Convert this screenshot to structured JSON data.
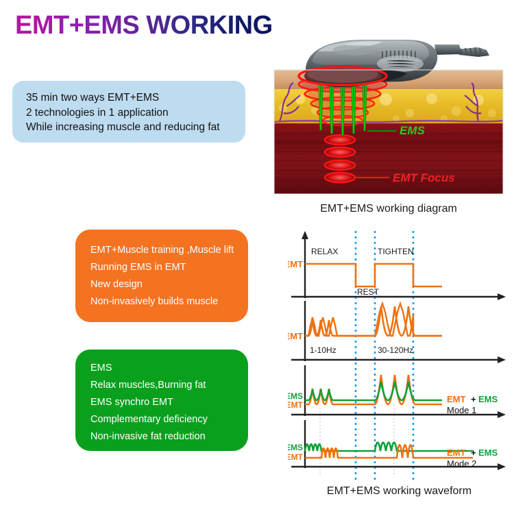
{
  "header": {
    "title": "EMT+EMS WORKING",
    "gradient_from": "#b3189e",
    "gradient_to": "#0c1560"
  },
  "boxes": {
    "blue": {
      "bg": "#bedcf0",
      "text_color": "#111111",
      "lines": [
        "35 min two ways EMT+EMS",
        "2 technologies in 1 application",
        "While increasing muscle and reducing fat"
      ]
    },
    "orange": {
      "bg": "#f37321",
      "text_color": "#ffffff",
      "lines": [
        "EMT+Muscle training ,Muscle lift",
        "Running EMS in EMT",
        "New design",
        "Non-invasively builds muscle"
      ]
    },
    "green": {
      "bg": "#0aa01e",
      "text_color": "#ffffff",
      "lines": [
        "EMS",
        "Relax muscles,Burning fat",
        "EMS synchro EMT",
        "Complementary deficiency",
        "Non-invasive fat reduction"
      ]
    }
  },
  "diagram": {
    "caption": "EMT+EMS working diagram",
    "labels": {
      "ems": "EMS",
      "ems_color": "#22cc22",
      "emt_focus": "EMT  Focus",
      "emt_focus_color": "#ee2222"
    },
    "layers": {
      "skin": "#d9ab7a",
      "fat": "#e8b52a",
      "muscle": "#7d0f14"
    }
  },
  "chart_data": {
    "type": "line",
    "title": "EMT+EMS working waveform",
    "xlabel": "",
    "ylabel": "",
    "grid": true,
    "guides": {
      "color": "#1d9bf0",
      "style": "dotted",
      "x_positions": [
        99,
        127,
        183
      ]
    },
    "colors": {
      "emt": "#ee7211",
      "ems": "#11a03a",
      "axis": "#222222",
      "guide": "#1d9bf0",
      "faint_guide": "#cccccc"
    },
    "rows": [
      {
        "name": "emt-square-wave",
        "series_label": "EMT",
        "series_color": "#ee7211",
        "waveform": "square",
        "annotations": [
          "RELAX",
          "REST",
          "TIGHTEN"
        ],
        "description": "Square wave: high (RELAX) then low (REST) then high (TIGHTEN) then low"
      },
      {
        "name": "emt-burst-wave",
        "series_label": "EMT",
        "series_color": "#ee7211",
        "waveform": "sine-bursts",
        "annotations": [
          "1-10Hz",
          "30-120Hz"
        ],
        "burst_low": {
          "label": "1-10Hz",
          "cycles": 3,
          "amplitude": "low"
        },
        "burst_high": {
          "label": "30-120Hz",
          "cycles": 3,
          "amplitude": "high"
        }
      },
      {
        "name": "emt-ems-mode-1",
        "series": [
          {
            "name": "EMS",
            "color": "#11a03a"
          },
          {
            "name": "EMT",
            "color": "#ee7211"
          }
        ],
        "right_label_a": "EMT",
        "right_label_plus": "+",
        "right_label_b": "EMS",
        "mode_label": "Mode 1",
        "description": "EMS and EMT synchronous overlapping bursts, 3 low then 3 high cycles"
      },
      {
        "name": "emt-ems-mode-2",
        "series": [
          {
            "name": "EMS",
            "color": "#11a03a"
          },
          {
            "name": "EMT",
            "color": "#ee7211"
          }
        ],
        "right_label_a": "EMT",
        "right_label_plus": "+",
        "right_label_b": "EMS",
        "mode_label": "Mode 2",
        "description": "EMS burst then EMT burst alternating, low amplitude then high amplitude"
      }
    ]
  }
}
